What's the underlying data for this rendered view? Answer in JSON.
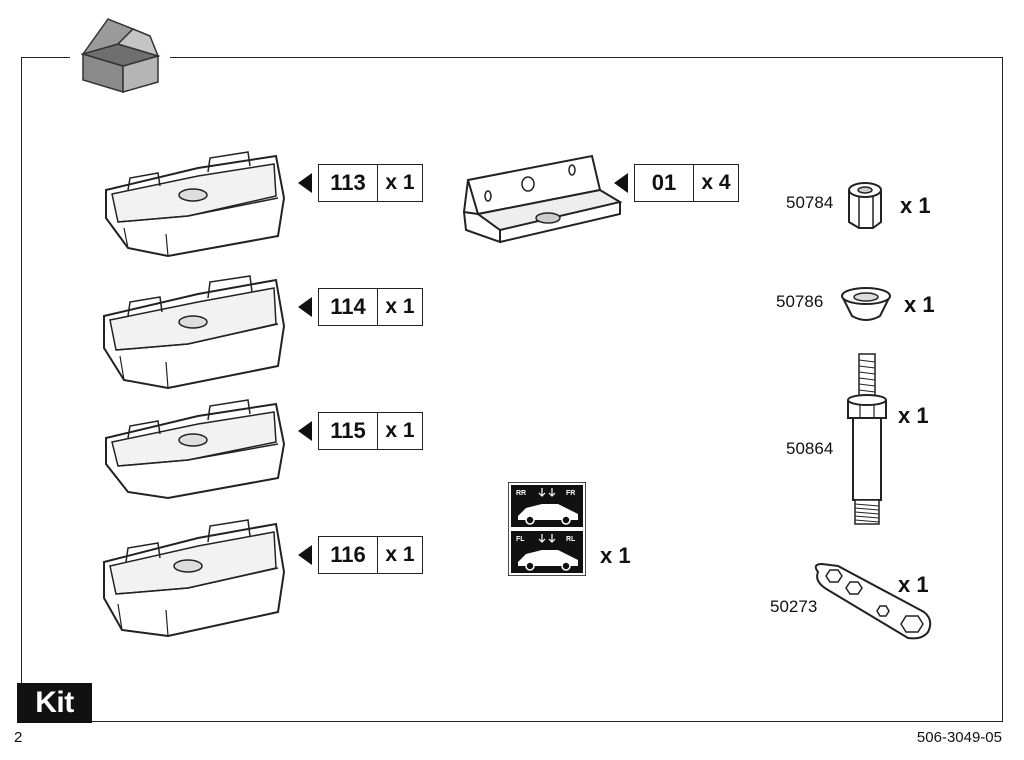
{
  "kit_label": "Kit",
  "page_number": "2",
  "document_number": "506-3049-05",
  "footpads": [
    {
      "code": "113",
      "qty": "x 1"
    },
    {
      "code": "114",
      "qty": "x 1"
    },
    {
      "code": "115",
      "qty": "x 1"
    },
    {
      "code": "116",
      "qty": "x 1"
    }
  ],
  "bracket": {
    "code": "01",
    "qty": "x 4"
  },
  "stickers": {
    "qty": "x 1",
    "labels": [
      "RR",
      "FR",
      "FL",
      "RL"
    ]
  },
  "hardware": [
    {
      "part": "50784",
      "qty": "x 1",
      "icon": "hex-nut-icon"
    },
    {
      "part": "50786",
      "qty": "x 1",
      "icon": "cup-washer-icon"
    },
    {
      "part": "50864",
      "qty": "x 1",
      "icon": "threaded-spacer-icon"
    },
    {
      "part": "50273",
      "qty": "x 1",
      "icon": "wrench-icon"
    }
  ]
}
